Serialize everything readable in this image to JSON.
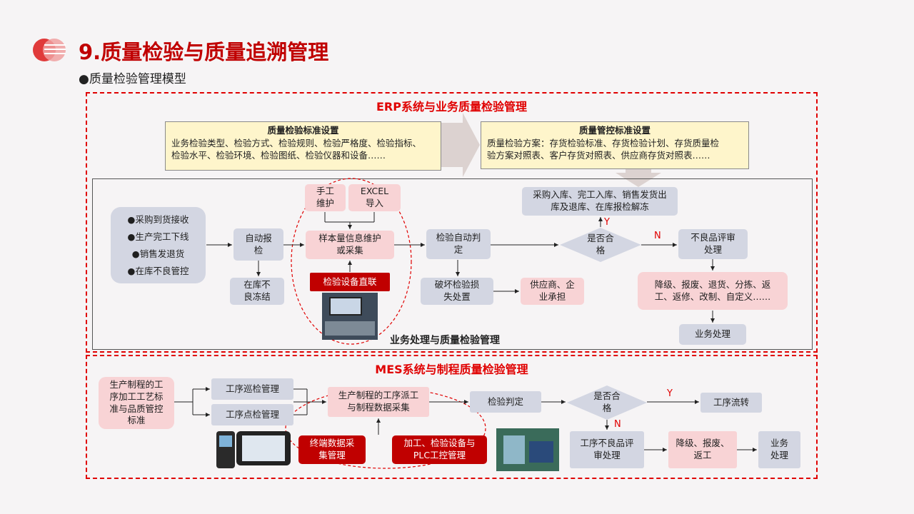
{
  "header": {
    "title": "9.质量检验与质量追溯管理",
    "subtitle": "●质量检验管理模型"
  },
  "erp": {
    "title": "ERP系统与业务质量检验管理",
    "std1_title": "质量检验标准设置",
    "std1_l1": "业务检验类型、检验方式、检验规则、检验严格度、检验指标、",
    "std1_l2": "检验水平、检验环境、检验图纸、检验仪器和设备……",
    "std2_title": "质量管控标准设置",
    "std2_l1": "质量检验方案：存货检验标准、存货检验计划、存货质量检",
    "std2_l2": "验方案对照表、客户存货对照表、供应商存货对照表……",
    "inner_title": "业务处理与质量检验管理",
    "src_items": [
      "●采购到货接收",
      "●生产完工下线",
      "●销售发退货",
      "●在库不良管控"
    ],
    "auto_report": "自动报检",
    "stock_freeze": "在库不良冻结",
    "manual": "手工维护",
    "excel": "EXCEL导入",
    "sample": "样本量信息维护或采集",
    "device_link": "检验设备直联",
    "auto_judge": "检验自动判定",
    "destroy_loss": "破坏检验损失处置",
    "supplier": "供应商、企业承担",
    "release": "采购入库、完工入库、销售发货出库及退库、在库报检解冻",
    "qualified": "是否合格",
    "y": "Y",
    "n": "N",
    "reject_review": "不良品评审处理",
    "downgrade": "降级、报废、退货、分拣、返工、返修、改制、自定义……",
    "biz_process": "业务处理"
  },
  "mes": {
    "title": "MES系统与制程质量检验管理",
    "standard": "生产制程的工序加工工艺标准与品质管控标准",
    "patrol": "工序巡检管理",
    "spot": "工序点检管理",
    "dispatch": "生产制程的工序派工与制程数据采集",
    "judge": "检验判定",
    "qualified": "是否合格",
    "y": "Y",
    "n": "N",
    "flow": "工序流转",
    "terminal": "终端数据采集管理",
    "plc": "加工、检验设备与PLC工控管理",
    "reject": "工序不良品评审处理",
    "downgrade": "降级、报废、返工",
    "biz": "业务处理"
  }
}
